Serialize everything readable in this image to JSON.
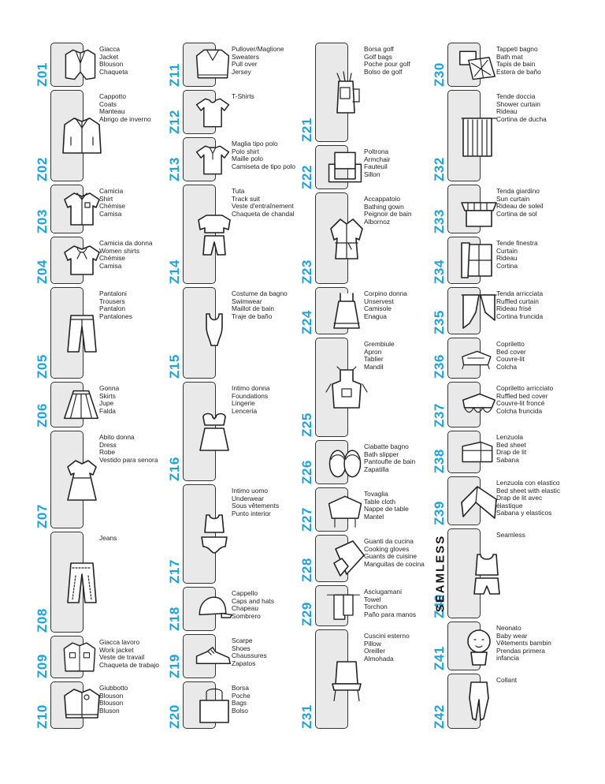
{
  "columns": [
    {
      "items": [
        {
          "code": "Z01",
          "labels": [
            "Giacca",
            "Jacket",
            "Blouson",
            "Chaqueta"
          ],
          "icon": "jacket-icon"
        },
        {
          "code": "Z02",
          "labels": [
            "Cappotto",
            "Coats",
            "Manteau",
            "Abrigo de inverno"
          ],
          "icon": "coat-icon"
        },
        {
          "code": "Z03",
          "labels": [
            "Camicia",
            "Shirt",
            "Chémise",
            "Camisa"
          ],
          "icon": "shirt-icon"
        },
        {
          "code": "Z04",
          "labels": [
            "Camicia da donna",
            "Women shirts",
            "Chémise",
            "Camisa"
          ],
          "icon": "women-shirt-icon"
        },
        {
          "code": "Z05",
          "labels": [
            "Pantaloni",
            "Trousers",
            "Pantalon",
            "Pantalones"
          ],
          "icon": "trousers-icon"
        },
        {
          "code": "Z06",
          "labels": [
            "Gonna",
            "Skirts",
            "Jupe",
            "Falda"
          ],
          "icon": "skirt-icon"
        },
        {
          "code": "Z07",
          "labels": [
            "Abito donna",
            "Dress",
            "Robe",
            "Vestido para senora"
          ],
          "icon": "dress-icon"
        },
        {
          "code": "Z08",
          "labels": [
            "Jeans"
          ],
          "icon": "jeans-icon"
        },
        {
          "code": "Z09",
          "labels": [
            "Giacca lavoro",
            "Work jacket",
            "Veste de travail",
            "Chaqueta de trabajo"
          ],
          "icon": "work-jacket-icon"
        },
        {
          "code": "Z10",
          "labels": [
            "Giubbotto",
            "Blouson",
            "Blouson",
            "Bluson"
          ],
          "icon": "bomber-jacket-icon"
        }
      ]
    },
    {
      "items": [
        {
          "code": "Z11",
          "labels": [
            "Pullover/Maglione",
            "Sweaters",
            "Pull over",
            "Jersey"
          ],
          "icon": "sweater-icon"
        },
        {
          "code": "Z12",
          "labels": [
            "T-Shirts"
          ],
          "icon": "tshirt-icon"
        },
        {
          "code": "Z13",
          "labels": [
            "Maglia tipo polo",
            "Polo shirt",
            "Maille polo",
            "Camiseta de tipo polo"
          ],
          "icon": "polo-icon"
        },
        {
          "code": "Z14",
          "labels": [
            "Tuta",
            "Track suit",
            "Veste d'entraînement",
            "Chaqueta de chandal"
          ],
          "icon": "tracksuit-icon"
        },
        {
          "code": "Z15",
          "labels": [
            "Costume da bagno",
            "Swimwear",
            "Maillot de bain",
            "Traje de baño"
          ],
          "icon": "swimsuit-icon"
        },
        {
          "code": "Z16",
          "labels": [
            "Intimo donna",
            "Foundations",
            "Lingerie",
            "Lenceria"
          ],
          "icon": "lingerie-icon"
        },
        {
          "code": "Z17",
          "labels": [
            "Intimo uomo",
            "Underwear",
            "Sous vêtements",
            "Punto interior"
          ],
          "icon": "underwear-icon"
        },
        {
          "code": "Z18",
          "labels": [
            "Cappello",
            "Caps and hats",
            "Chapeau",
            "Sombrero"
          ],
          "icon": "cap-icon"
        },
        {
          "code": "Z19",
          "labels": [
            "Scarpe",
            "Shoes",
            "Chaussures",
            "Zapatos"
          ],
          "icon": "shoe-icon"
        },
        {
          "code": "Z20",
          "labels": [
            "Borsa",
            "Poche",
            "Bags",
            "Bolso"
          ],
          "icon": "bag-icon"
        }
      ]
    },
    {
      "items": [
        {
          "code": "Z21",
          "labels": [
            "Borsa golf",
            "Golf bags",
            "Poche pour golf",
            "Bolso de golf"
          ],
          "icon": "golf-bag-icon"
        },
        {
          "code": "Z22",
          "labels": [
            "Poltrona",
            "Armchair",
            "Fauteuil",
            "Sillon"
          ],
          "icon": "armchair-icon"
        },
        {
          "code": "Z23",
          "labels": [
            "Accappatoio",
            "Bathing gown",
            "Peignoir de bain",
            "Albornoz"
          ],
          "icon": "bathrobe-icon"
        },
        {
          "code": "Z24",
          "labels": [
            "Corpino donna",
            "Unservest",
            "Camisole",
            "Enagua"
          ],
          "icon": "camisole-icon"
        },
        {
          "code": "Z25",
          "labels": [
            "Grembiule",
            "Apron",
            "Tablier",
            "Mandil"
          ],
          "icon": "apron-icon"
        },
        {
          "code": "Z26",
          "labels": [
            "Ciabatte bagno",
            "Bath slipper",
            "Pantoufle de bain",
            "Zapatilla"
          ],
          "icon": "slippers-icon"
        },
        {
          "code": "Z27",
          "labels": [
            "Tovaglia",
            "Table cloth",
            "Nappe de table",
            "Mantel"
          ],
          "icon": "tablecloth-icon"
        },
        {
          "code": "Z28",
          "labels": [
            "Guanti da cucina",
            "Cooking gloves",
            "Guants de cuisine",
            "Manguitas de cocina"
          ],
          "icon": "oven-glove-icon"
        },
        {
          "code": "Z29",
          "labels": [
            "Asciugamani",
            "Towel",
            "Torchon",
            "Paño para manos"
          ],
          "icon": "towel-icon"
        },
        {
          "code": "Z31",
          "labels": [
            "Cuscini esterno",
            "Pillow",
            "Oreiller",
            "Almohada"
          ],
          "icon": "chair-cushion-icon"
        }
      ]
    },
    {
      "items": [
        {
          "code": "Z30",
          "labels": [
            "Tappeti bagno",
            "Bath mat",
            "Tapis de bain",
            "Estera de baño"
          ],
          "icon": "bath-mat-icon"
        },
        {
          "code": "Z32",
          "labels": [
            "Tende doccia",
            "Shower curtain",
            "Rideau",
            "Cortina de ducha"
          ],
          "icon": "shower-curtain-icon"
        },
        {
          "code": "Z33",
          "labels": [
            "Tenda giardino",
            "Sun curtain",
            "Rideau de soleil",
            "Cortina de sol"
          ],
          "icon": "awning-icon"
        },
        {
          "code": "Z34",
          "labels": [
            "Tende finestra",
            "Curtain",
            "Rideau",
            "Cortina"
          ],
          "icon": "window-curtain-icon"
        },
        {
          "code": "Z35",
          "labels": [
            "Tenda arricciata",
            "Ruffled curtain",
            "Rideau frisé",
            "Cortina fruncida"
          ],
          "icon": "ruffled-curtain-icon"
        },
        {
          "code": "Z36",
          "labels": [
            "Copriletto",
            "Bed cover",
            "Couvre-lit",
            "Colcha"
          ],
          "icon": "bed-cover-icon"
        },
        {
          "code": "Z37",
          "labels": [
            "Copriletto arricciato",
            "Ruffled bed cover",
            "Couvre-lit froncé",
            "Colcha fruncida"
          ],
          "icon": "ruffled-bed-cover-icon"
        },
        {
          "code": "Z38",
          "labels": [
            "Lenzuola",
            "Bed sheet",
            "Drap de lit",
            "Sabana"
          ],
          "icon": "bed-sheet-icon"
        },
        {
          "code": "Z39",
          "labels": [
            "Lenzuola con elastico",
            "Bed sheet with elastic",
            "Drap de lit avec",
            "élastique",
            "Sabana y elasticos"
          ],
          "icon": "fitted-sheet-icon"
        },
        {
          "code": "Z40",
          "labels": [
            "Seamless"
          ],
          "icon": "seamless-icon",
          "side_text": "SEAMLESS"
        },
        {
          "code": "Z41",
          "labels": [
            "Neonato",
            "Baby wear",
            "Vêtements bambin",
            "Prendas primera",
            "infancia"
          ],
          "icon": "baby-icon"
        },
        {
          "code": "Z42",
          "labels": [
            "Collant"
          ],
          "icon": "tights-icon"
        }
      ]
    }
  ],
  "colors": {
    "code_text": "#1aa3e0",
    "tile_fill": "#e9e9e9",
    "line": "#333333"
  }
}
